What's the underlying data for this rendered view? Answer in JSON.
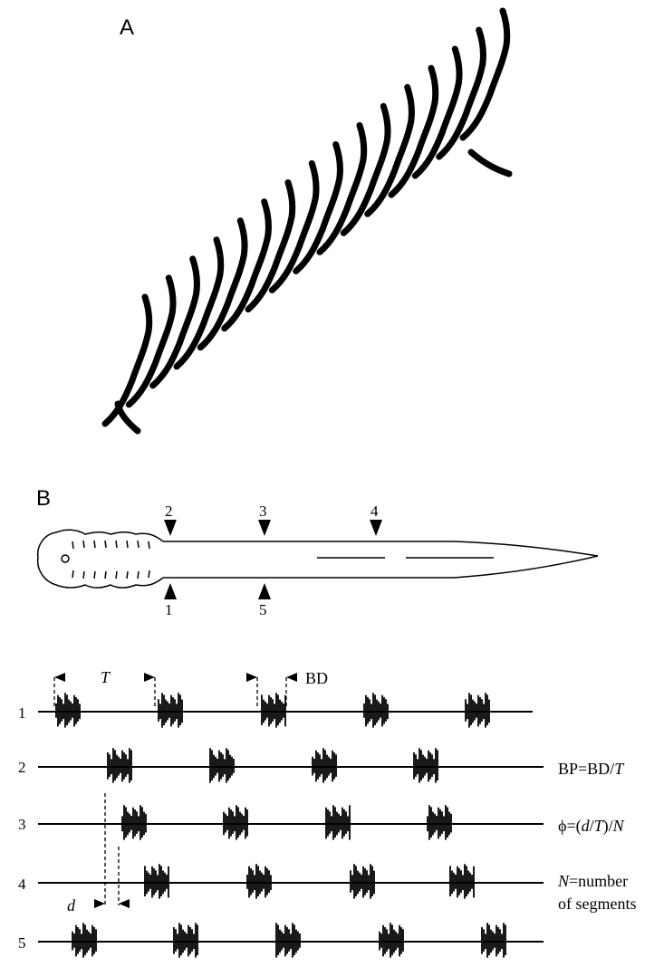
{
  "panel_a": {
    "label": "A"
  },
  "panel_b": {
    "label": "B",
    "body_markers_top": [
      "2",
      "3",
      "4"
    ],
    "body_markers_bottom": [
      "1",
      "5"
    ],
    "period_symbol": "T",
    "burst_duration_label": "BD",
    "delay_symbol": "d",
    "trace_labels": [
      "1",
      "2",
      "3",
      "4",
      "5"
    ],
    "formulas": {
      "bp_left": "BP=BD/",
      "bp_right": "T",
      "phi_a": "ϕ=(",
      "phi_b": "d",
      "phi_c": "/",
      "phi_d": "T",
      "phi_e": ")/",
      "phi_f": "N",
      "n_a": "N",
      "n_b": "=number",
      "n_c": "of segments"
    }
  }
}
